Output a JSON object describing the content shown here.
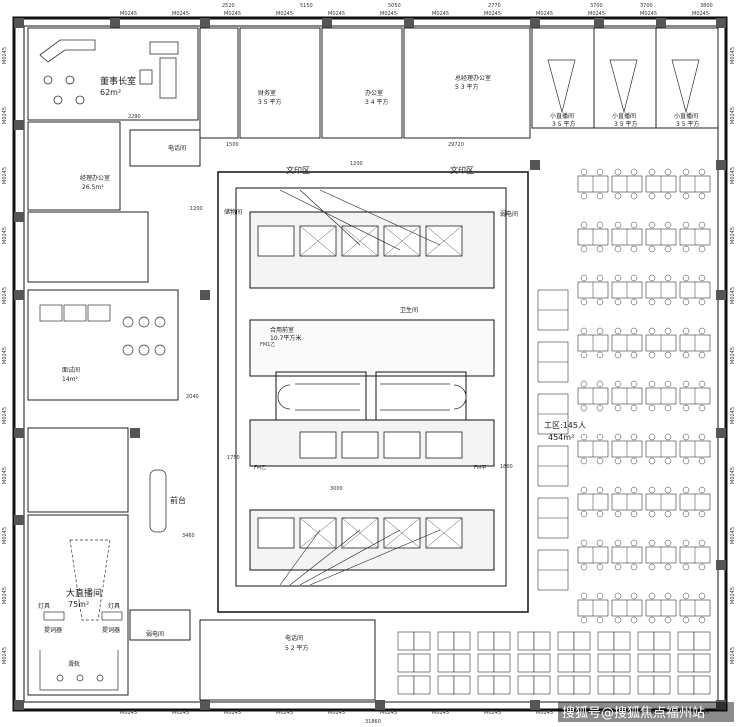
{
  "top_dims": [
    "2520",
    "5150",
    "5050",
    "2770",
    "3700",
    "3700",
    "3800"
  ],
  "bottom_dim": "31860",
  "wall_tag": "M0245",
  "rooms": {
    "chairman": {
      "name": "董事长室",
      "area": "62m²"
    },
    "finance": {
      "name": "财务室",
      "area": "3 5 平方"
    },
    "office": {
      "name": "办公室",
      "area": "3 4 平方"
    },
    "gm": {
      "name": "总经理办公室",
      "area": "5 3 平方"
    },
    "small_live_1": {
      "name": "小直播间",
      "area": "3 5 平方"
    },
    "small_live_2": {
      "name": "小直播间",
      "area": "3 5 平方"
    },
    "small_live_3": {
      "name": "小直播间",
      "area": "3 5 平方"
    },
    "manager": {
      "name": "经理办公室",
      "area": "26.5m²"
    },
    "interview": {
      "name": "面试间",
      "area": "14m²"
    },
    "front_desk": {
      "name": "前台"
    },
    "big_live": {
      "name": "大直播间",
      "area": "75m²"
    },
    "workspace": {
      "name": "工区:145人",
      "area": "454m²"
    },
    "electric_top": {
      "name": "电话间"
    },
    "electric_bottom": {
      "name": "电话间",
      "area": "5 2 平方"
    },
    "print_left": {
      "name": "文印区"
    },
    "print_right": {
      "name": "文印区"
    },
    "weak": {
      "name": "弱电间"
    },
    "power": {
      "name": "弱电间"
    },
    "storage": {
      "name": "储物间"
    },
    "stair_hall": {
      "name": "合用前室",
      "area": "10.7平方米"
    },
    "restroom": {
      "name": "卫生间"
    }
  },
  "equipment": {
    "lamp_left": "灯具",
    "lamp_right": "灯具",
    "prompter_left": "提词器",
    "prompter_right": "提词器",
    "slide": "滑轨"
  },
  "core_dims": [
    "1200",
    "1200",
    "2040",
    "1750",
    "3460",
    "1800",
    "3000",
    "1500"
  ],
  "top_corridor_dims": [
    "1500",
    "29720",
    "2290"
  ],
  "elevators": [
    "FM1乙",
    "FM乙",
    "FM甲"
  ],
  "watermark": "搜狐号@搜狐焦点福州站"
}
